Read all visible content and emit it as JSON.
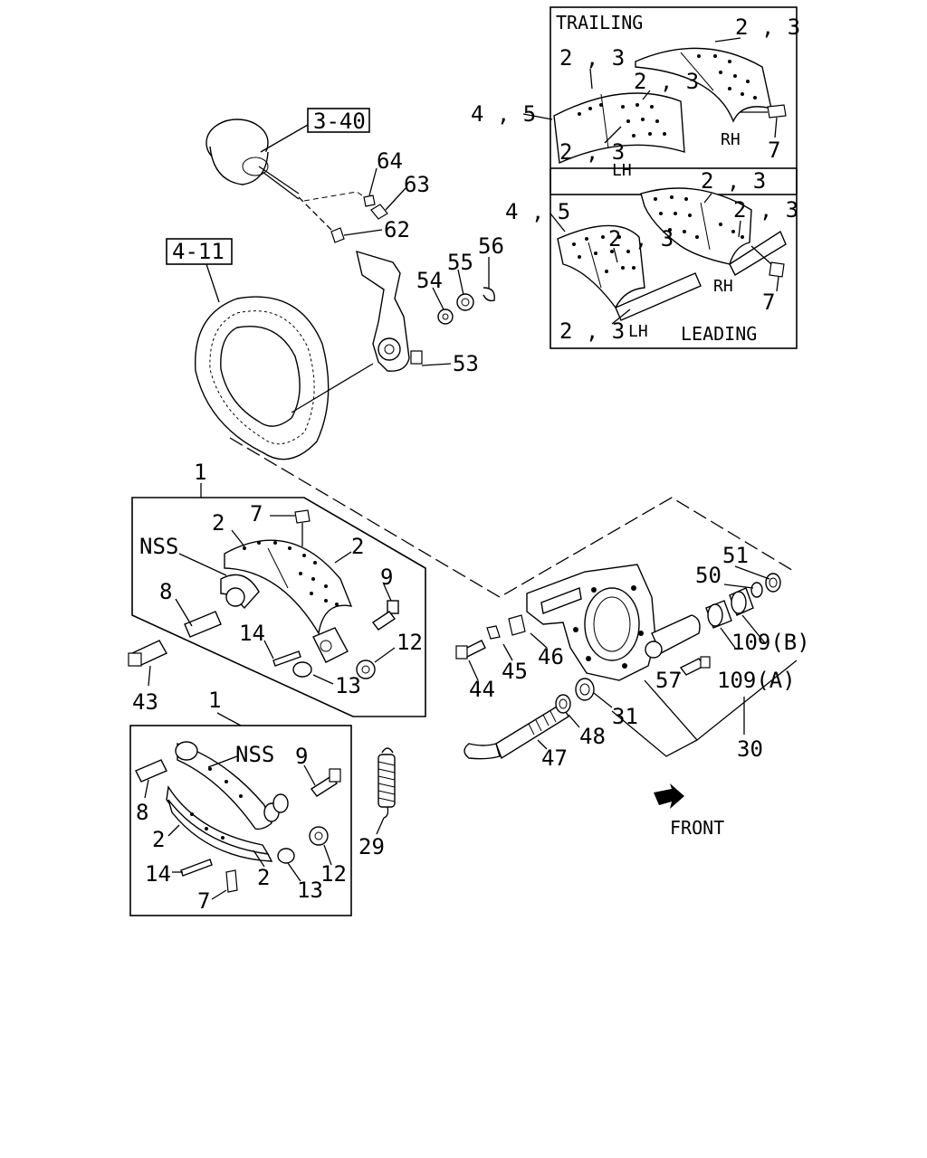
{
  "boxes": {
    "trailing_title": "TRAILING",
    "leading_title": "LEADING"
  },
  "refs": {
    "air_chamber": "3-40",
    "backing_plate": "4-11"
  },
  "direction": {
    "label": "FRONT"
  },
  "callouts": {
    "p1a": "1",
    "p1b": "1",
    "p2a": "2",
    "p2b": "2",
    "p2c": "2",
    "p2d": "2",
    "p23_t1": "2 , 3",
    "p23_t2": "2 , 3",
    "p23_t3": "2 , 3",
    "p23_t4": "2 , 3",
    "p23_l1": "2 , 3",
    "p23_l2": "2 , 3",
    "p23_l3": "2 , 3",
    "p23_l4": "2 , 3",
    "p45a": "4 , 5",
    "p45b": "4 , 5",
    "p7a": "7",
    "p7b": "7",
    "p7c": "7",
    "p7d": "7",
    "p8a": "8",
    "p8b": "8",
    "p9a": "9",
    "p9b": "9",
    "p12a": "12",
    "p12b": "12",
    "p13a": "13",
    "p13b": "13",
    "p14a": "14",
    "p14b": "14",
    "p29": "29",
    "p30": "30",
    "p31": "31",
    "p43": "43",
    "p44": "44",
    "p45": "45",
    "p46": "46",
    "p47": "47",
    "p48": "48",
    "p50": "50",
    "p51": "51",
    "p53": "53",
    "p54": "54",
    "p55": "55",
    "p56": "56",
    "p57": "57",
    "p62": "62",
    "p63": "63",
    "p64": "64",
    "p109a": "109(A)",
    "p109b": "109(B)",
    "nss_a": "NSS",
    "nss_b": "NSS",
    "lh_t": "LH",
    "rh_t": "RH",
    "lh_l": "LH",
    "rh_l": "RH"
  }
}
